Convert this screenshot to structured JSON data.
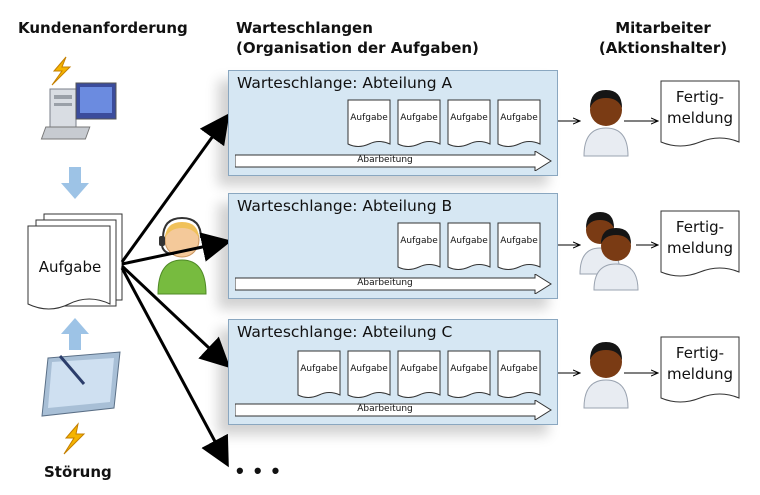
{
  "headers": {
    "kunden": "Kundenanforderung",
    "queues_line1": "Warteschlangen",
    "queues_line2": "(Organisation der Aufgaben)",
    "staff_line1": "Mitarbeiter",
    "staff_line2": "(Aktionshalter)",
    "stoerung": "Störung"
  },
  "center_doc_label": "Aufgabe",
  "doc_label": "Aufgabe",
  "band_label": "Abarbeitung",
  "queues": [
    {
      "title": "Warteschlange: Abteilung A",
      "task_count": 4,
      "workers": 1
    },
    {
      "title": "Warteschlange: Abteilung B",
      "task_count": 3,
      "workers": 2
    },
    {
      "title": "Warteschlange: Abteilung C",
      "task_count": 5,
      "workers": 1
    }
  ],
  "done_line1": "Fertig-",
  "done_line2": "meldung",
  "more_marker": "• • •",
  "colors": {
    "queue_bg": "#d6e7f3",
    "arrow_light": "#9dc3e6",
    "agent_green": "#77bb3f"
  }
}
